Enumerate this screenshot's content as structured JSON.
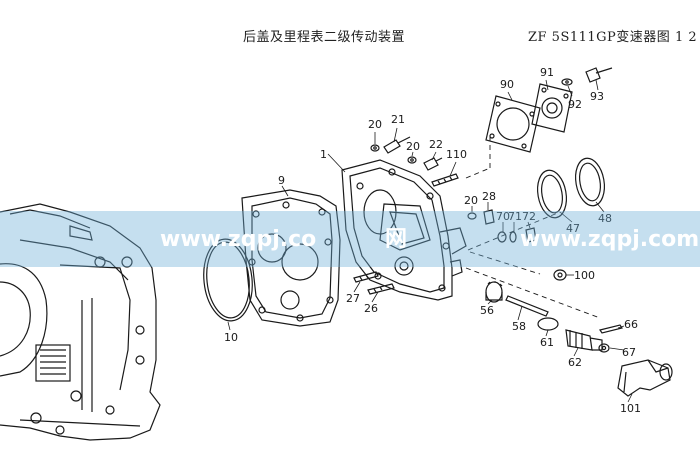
{
  "header": {
    "title_left": "后盖及里程表二级传动装置",
    "title_right": "ZF 5S111GP变速器图 1 2"
  },
  "watermark": {
    "left": "www.zqpj.co",
    "mid": "网",
    "right": "www.zqpj.com"
  },
  "callouts": [
    {
      "id": "c1",
      "label": "1"
    },
    {
      "id": "c9",
      "label": "9"
    },
    {
      "id": "c10",
      "label": "10"
    },
    {
      "id": "c20a",
      "label": "20"
    },
    {
      "id": "c21",
      "label": "21"
    },
    {
      "id": "c20b",
      "label": "20"
    },
    {
      "id": "c22",
      "label": "22"
    },
    {
      "id": "c110",
      "label": "110"
    },
    {
      "id": "c90",
      "label": "90"
    },
    {
      "id": "c91",
      "label": "91"
    },
    {
      "id": "c92",
      "label": "92"
    },
    {
      "id": "c93",
      "label": "93"
    },
    {
      "id": "c47",
      "label": "47"
    },
    {
      "id": "c48",
      "label": "48"
    },
    {
      "id": "c28",
      "label": "28"
    },
    {
      "id": "c20c",
      "label": "20"
    },
    {
      "id": "c70",
      "label": "70"
    },
    {
      "id": "c71",
      "label": "71"
    },
    {
      "id": "c72",
      "label": "72"
    },
    {
      "id": "c100",
      "label": "100"
    },
    {
      "id": "c27",
      "label": "27"
    },
    {
      "id": "c26",
      "label": "26"
    },
    {
      "id": "c56",
      "label": "56"
    },
    {
      "id": "c58",
      "label": "58"
    },
    {
      "id": "c61",
      "label": "61"
    },
    {
      "id": "c62",
      "label": "62"
    },
    {
      "id": "c66",
      "label": "66"
    },
    {
      "id": "c67",
      "label": "67"
    },
    {
      "id": "c101",
      "label": "101"
    }
  ],
  "colors": {
    "line": "#1a1a1a",
    "watermark_band": "#6eafd7"
  }
}
